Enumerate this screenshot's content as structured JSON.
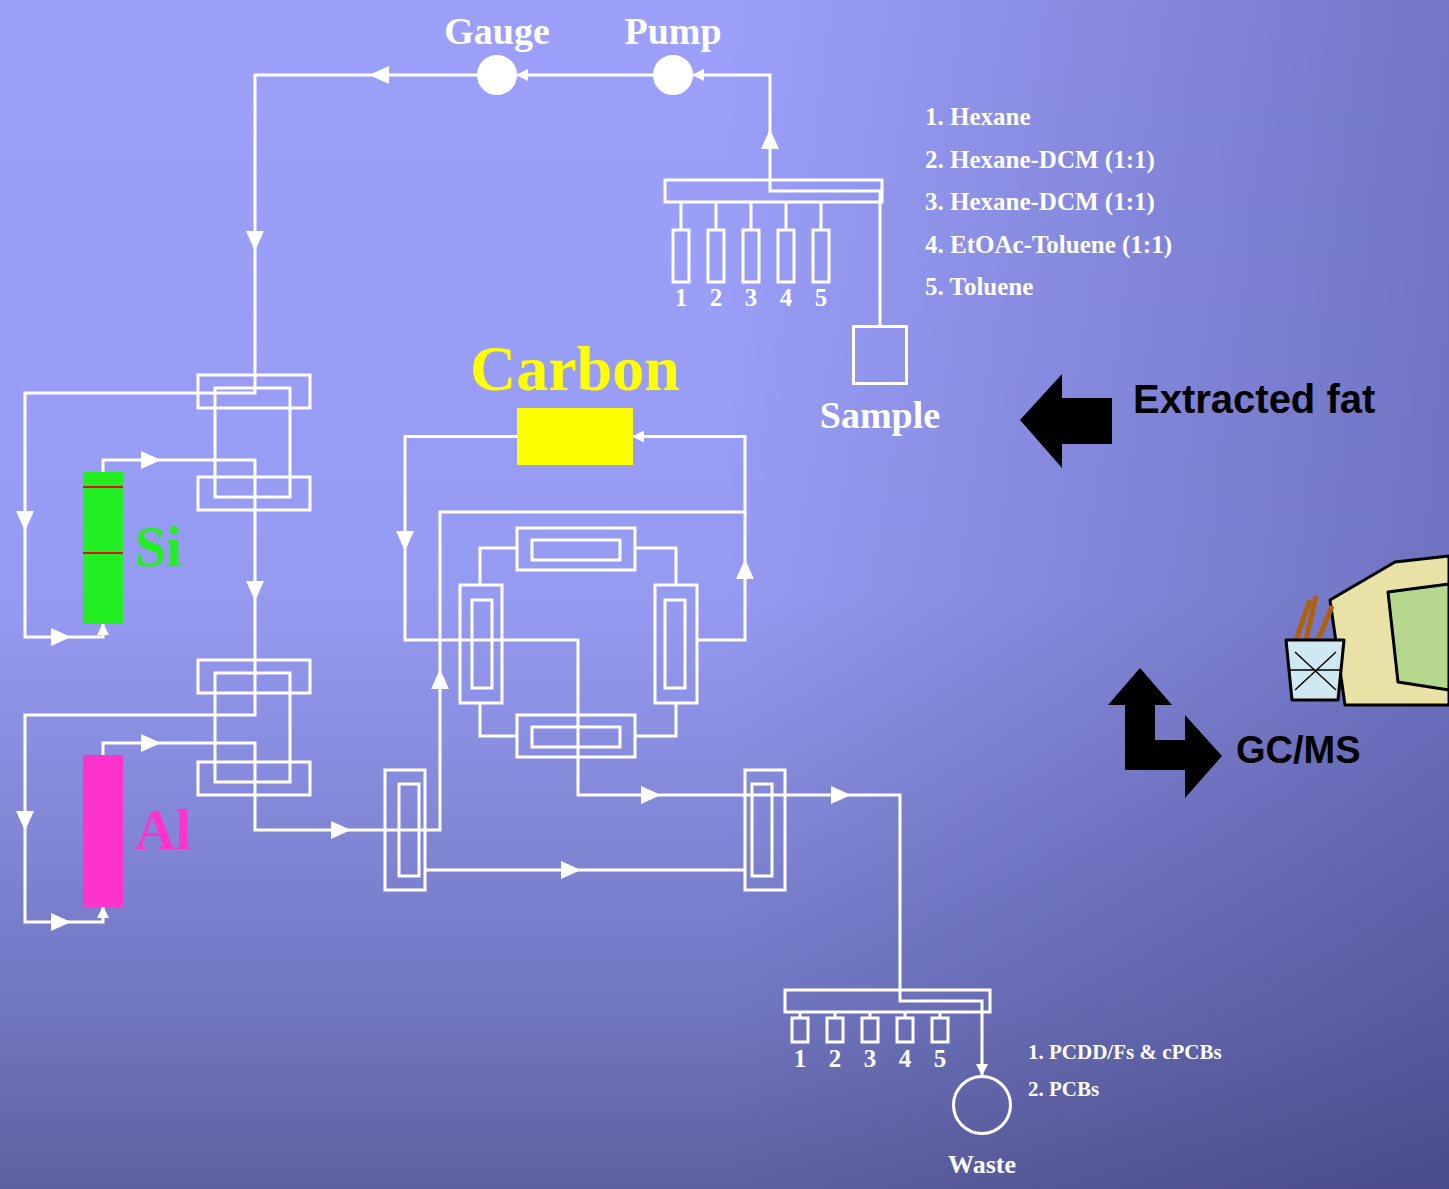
{
  "diagram": {
    "nodes": [
      {
        "text": [
          "Gauge"
        ]
      },
      {
        "text": [
          "Pump"
        ]
      },
      {
        "text": [
          "Sample"
        ]
      },
      {
        "text": [
          "Carbon"
        ]
      },
      {
        "text": [
          "Si"
        ]
      },
      {
        "text": [
          "Al"
        ]
      },
      {
        "text": [
          "Waste"
        ]
      }
    ],
    "edges": [
      {
        "from": 2,
        "to": 1,
        "arrow": "to"
      },
      {
        "from": 1,
        "to": 0,
        "arrow": "to"
      },
      {
        "from": 0,
        "to": 4,
        "arrow": "to"
      },
      {
        "from": 4,
        "to": 5,
        "arrow": "to"
      },
      {
        "from": 5,
        "to": 3,
        "arrow": "to"
      },
      {
        "from": 3,
        "to": 6,
        "arrow": "to"
      }
    ],
    "labels": [
      "1. Hexane",
      "2. Hexane-DCM (1:1)",
      "3. Hexane-DCM (1:1)",
      "4. EtOAc-Toluene (1:1)",
      "5. Toluene",
      "1",
      "2",
      "3",
      "4",
      "5",
      "Extracted fat",
      "1. PCDD/Fs & cPCBs",
      "2. PCBs",
      "1",
      "2",
      "3",
      "4",
      "5",
      "GC/MS"
    ]
  }
}
